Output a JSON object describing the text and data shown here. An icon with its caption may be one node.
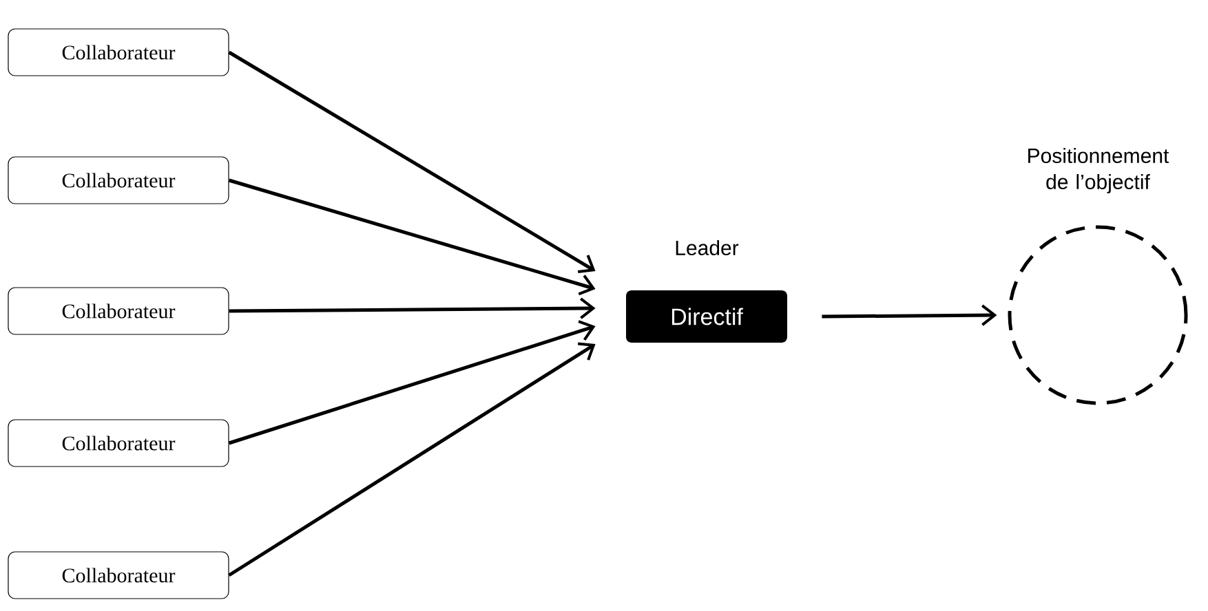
{
  "diagram": {
    "nodes": [
      {
        "text": [
          "Collaborateur"
        ]
      },
      {
        "text": [
          "Collaborateur"
        ]
      },
      {
        "text": [
          "Collaborateur"
        ]
      },
      {
        "text": [
          "Collaborateur"
        ]
      },
      {
        "text": [
          "Collaborateur"
        ]
      },
      {
        "text": [
          "Leader",
          "Directif"
        ]
      },
      {
        "text": [
          "Positionnement de l’objectif"
        ]
      }
    ],
    "edges": [
      {
        "from": 0,
        "to": 5,
        "arrow": "to"
      },
      {
        "from": 1,
        "to": 5,
        "arrow": "to"
      },
      {
        "from": 2,
        "to": 5,
        "arrow": "to"
      },
      {
        "from": 3,
        "to": 5,
        "arrow": "to"
      },
      {
        "from": 4,
        "to": 5,
        "arrow": "to"
      },
      {
        "from": 5,
        "to": 6,
        "arrow": "to"
      }
    ]
  }
}
